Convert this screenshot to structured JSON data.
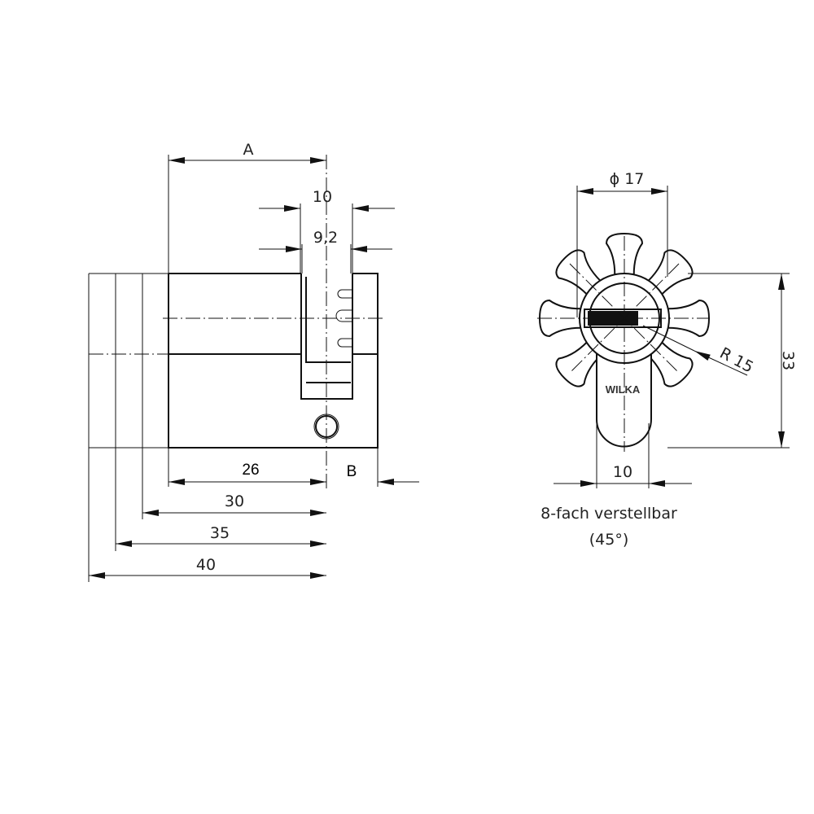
{
  "side_view": {
    "dims": {
      "a": "A",
      "d10": "10",
      "d9_2": "9,2",
      "d26": "26",
      "b": "B",
      "d30": "30",
      "d35": "35",
      "d40": "40"
    }
  },
  "front_view": {
    "dims": {
      "diameter": "ϕ 17",
      "radius": "R 15",
      "height": "33",
      "width": "10"
    },
    "brand": "WILKA",
    "note_line1": "8-fach verstellbar",
    "note_line2": "(45°)"
  }
}
